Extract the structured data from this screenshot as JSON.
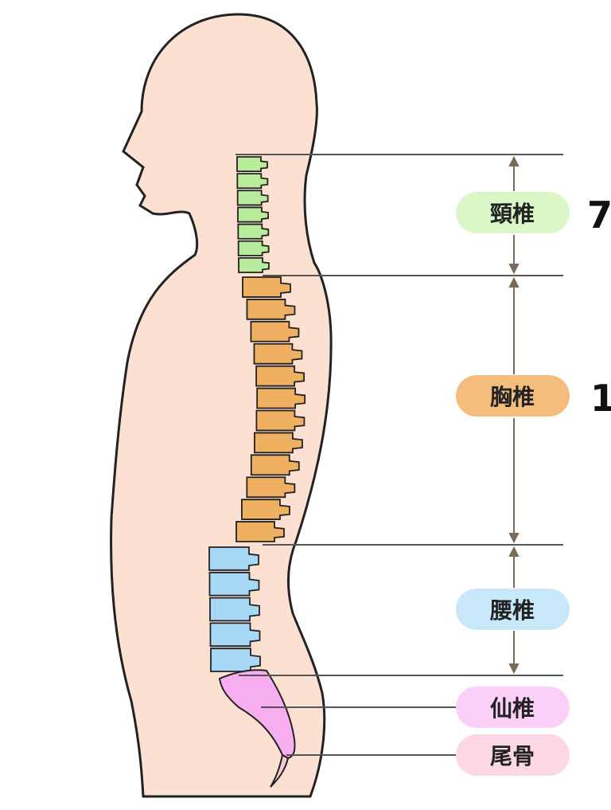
{
  "diagram": {
    "regions": [
      {
        "key": "cervical",
        "label": "頸椎",
        "count_partial": "7",
        "color": "#b8ec9c",
        "pill_color": "#dbf7c8",
        "vertebrae": 7
      },
      {
        "key": "thoracic",
        "label": "胸椎",
        "count_partial": "1",
        "color": "#f0b062",
        "pill_color": "#f5bd7c",
        "vertebrae": 12
      },
      {
        "key": "lumbar",
        "label": "腰椎",
        "count_partial": "",
        "color": "#a7d8f5",
        "pill_color": "#c8e8fa",
        "vertebrae": 5
      },
      {
        "key": "sacrum",
        "label": "仙椎",
        "count_partial": "",
        "color": "#f6aef0",
        "pill_color": "#fad0f6",
        "vertebrae": 0
      },
      {
        "key": "coccyx",
        "label": "尾骨",
        "count_partial": "",
        "color": "#f9c8d8",
        "pill_color": "#fbd8e4",
        "vertebrae": 0
      }
    ],
    "colors": {
      "skin": "#fce0d2",
      "outline": "#222222",
      "divider": "#555555",
      "arrow": "#7a6a5a"
    }
  }
}
